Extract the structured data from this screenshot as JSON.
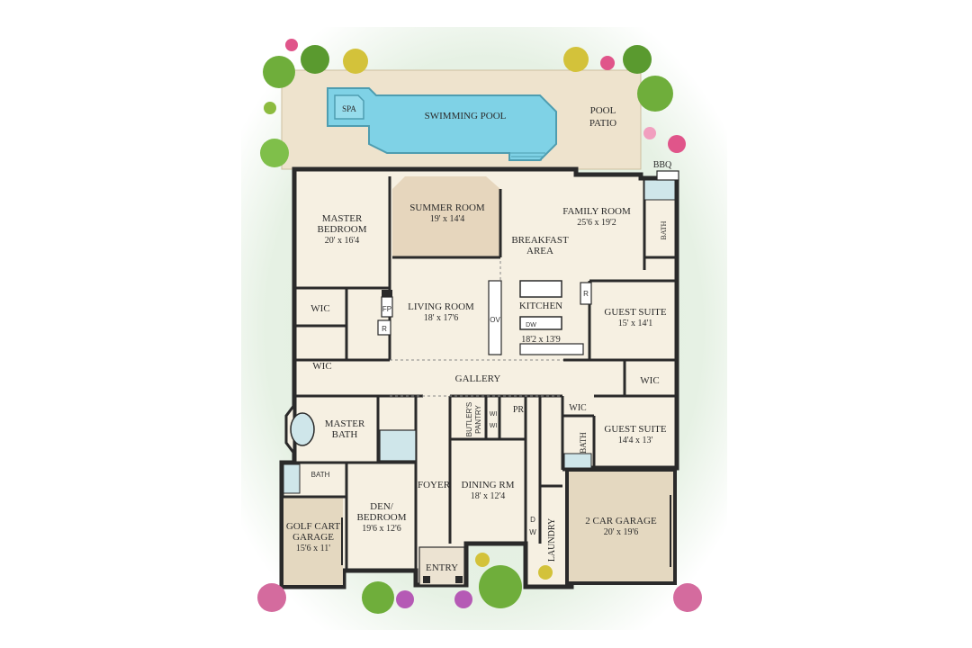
{
  "colors": {
    "lawn": "#e3efe0",
    "floor": "#f6f0e2",
    "patio": "#ede2cc",
    "garage": "#e4d8c0",
    "summer": "#e6d6bd",
    "pool": "#7fd2e6",
    "wall": "#2a2a2a",
    "glass": "#cfe6ea"
  },
  "rooms": {
    "spa": "SPA",
    "pool": "SWIMMING POOL",
    "pool_patio_1": "POOL",
    "pool_patio_2": "PATIO",
    "bbq": "BBQ",
    "master_1": "MASTER",
    "master_2": "BEDROOM",
    "master_dim": "20' x 16'4",
    "summer": "SUMMER ROOM",
    "summer_dim": "19' x 14'4",
    "family": "FAMILY ROOM",
    "family_dim": "25'6 x 19'2",
    "breakfast_1": "BREAKFAST",
    "breakfast_2": "AREA",
    "bath_top": "BATH",
    "wic_1": "WIC",
    "wic_2": "WIC",
    "wic_3": "WIC",
    "wic_4": "WIC",
    "fp": "FP",
    "r_1": "R",
    "r_2": "R",
    "living": "LIVING ROOM",
    "living_dim": "18' x 17'6",
    "ov": "OV",
    "kitchen": "KITCHEN",
    "kitchen_dim": "18'2 x 13'9",
    "dw": "DW",
    "guest1": "GUEST SUITE",
    "guest1_dim": "15' x 14'1",
    "gallery": "GALLERY",
    "master_bath_1": "MASTER",
    "master_bath_2": "BATH",
    "butlers_1": "BUTLER'S",
    "butlers_2": "PANTRY",
    "wi_1": "WI",
    "wi_2": "WI",
    "pr": "PR",
    "guest2": "GUEST SUITE",
    "guest2_dim": "14'4 x 13'",
    "bath_guest2": "BATH",
    "bath_small": "BATH",
    "foyer": "FOYER",
    "dining": "DINING RM",
    "dining_dim": "18' x 12'4",
    "den_1": "DEN/",
    "den_2": "BEDROOM",
    "den_dim": "19'6 x 12'6",
    "golf_1": "GOLF CART",
    "golf_2": "GARAGE",
    "golf_dim": "15'6 x 11'",
    "laundry": "LAUNDRY",
    "d": "D",
    "w": "W",
    "garage": "2 CAR GARAGE",
    "garage_dim": "20' x 19'6",
    "entry": "ENTRY"
  }
}
